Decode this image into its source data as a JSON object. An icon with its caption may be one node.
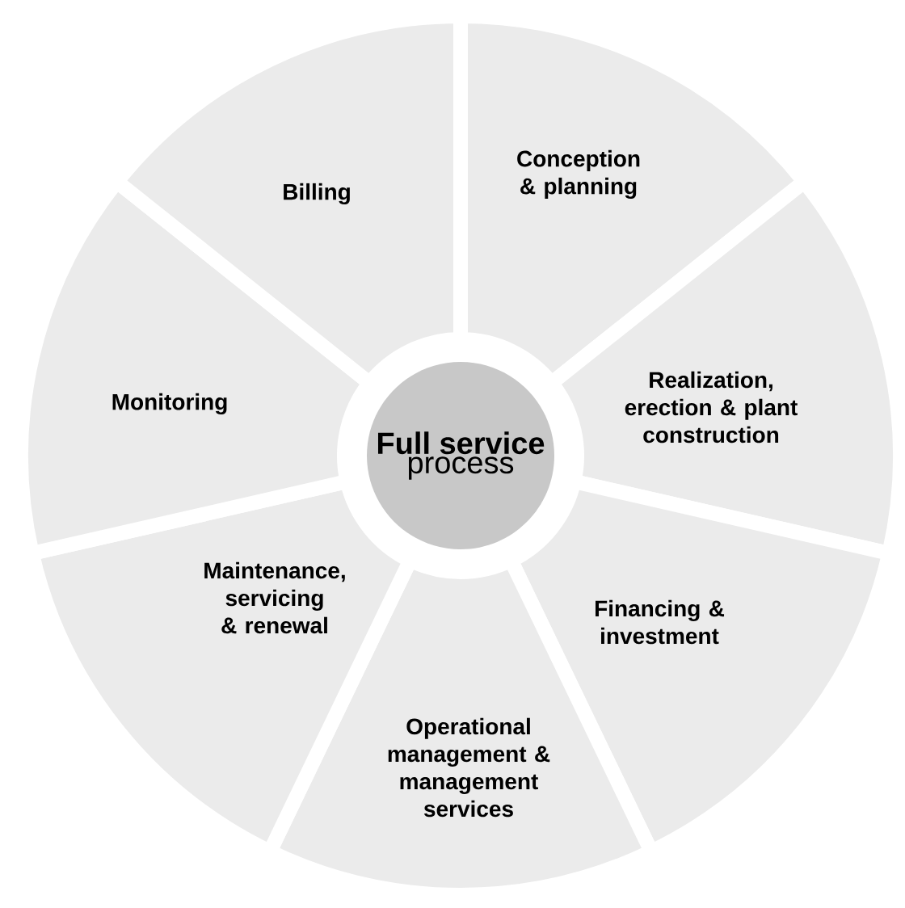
{
  "diagram": {
    "nodes": [
      {
        "text": [
          "Full service",
          "process"
        ]
      },
      {
        "text": [
          "Conception & planning"
        ]
      },
      {
        "text": [
          "Realization, erection & plant construction"
        ]
      },
      {
        "text": [
          "Financing & investment"
        ]
      },
      {
        "text": [
          "Operational management & management services"
        ]
      },
      {
        "text": [
          "Maintenance, servicing & renewal"
        ]
      },
      {
        "text": [
          "Monitoring"
        ]
      },
      {
        "text": [
          "Billing"
        ]
      }
    ]
  }
}
